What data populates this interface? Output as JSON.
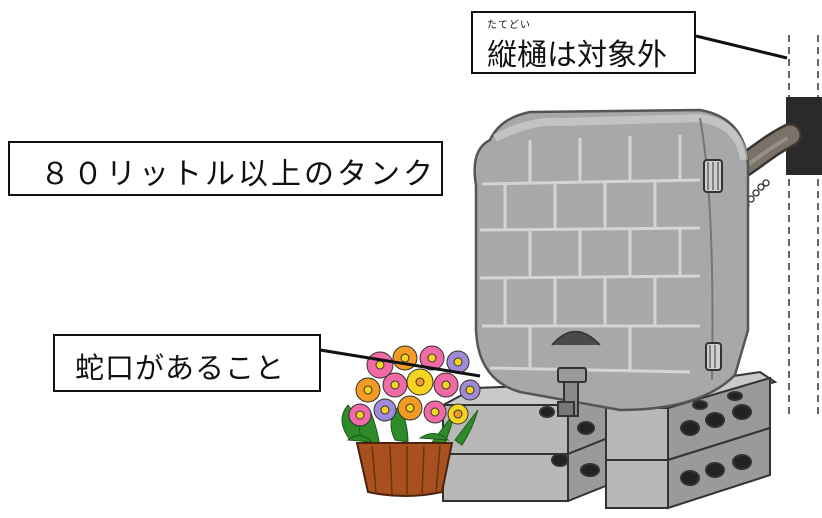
{
  "labels": {
    "tank": "８０リットル以上のタンク",
    "faucet": "蛇口があること",
    "downspout": "縦樋は対象外",
    "downspout_ruby": "たてどい"
  },
  "colors": {
    "tank_fill": "#a8a8a8",
    "tank_line": "#555555",
    "block_fill": "#b0b0b0",
    "hose": "#7a7268",
    "pot": "#a8511f",
    "leaf": "#2f8a2a",
    "flower_pink": "#f06aa6",
    "flower_orange": "#f59a22",
    "flower_purple": "#a08ad6",
    "flower_yellow": "#f5d31e"
  },
  "icons": [
    "flower-pot-icon",
    "rain-barrel-icon",
    "concrete-block-icon",
    "faucet-icon",
    "downspout-icon"
  ]
}
